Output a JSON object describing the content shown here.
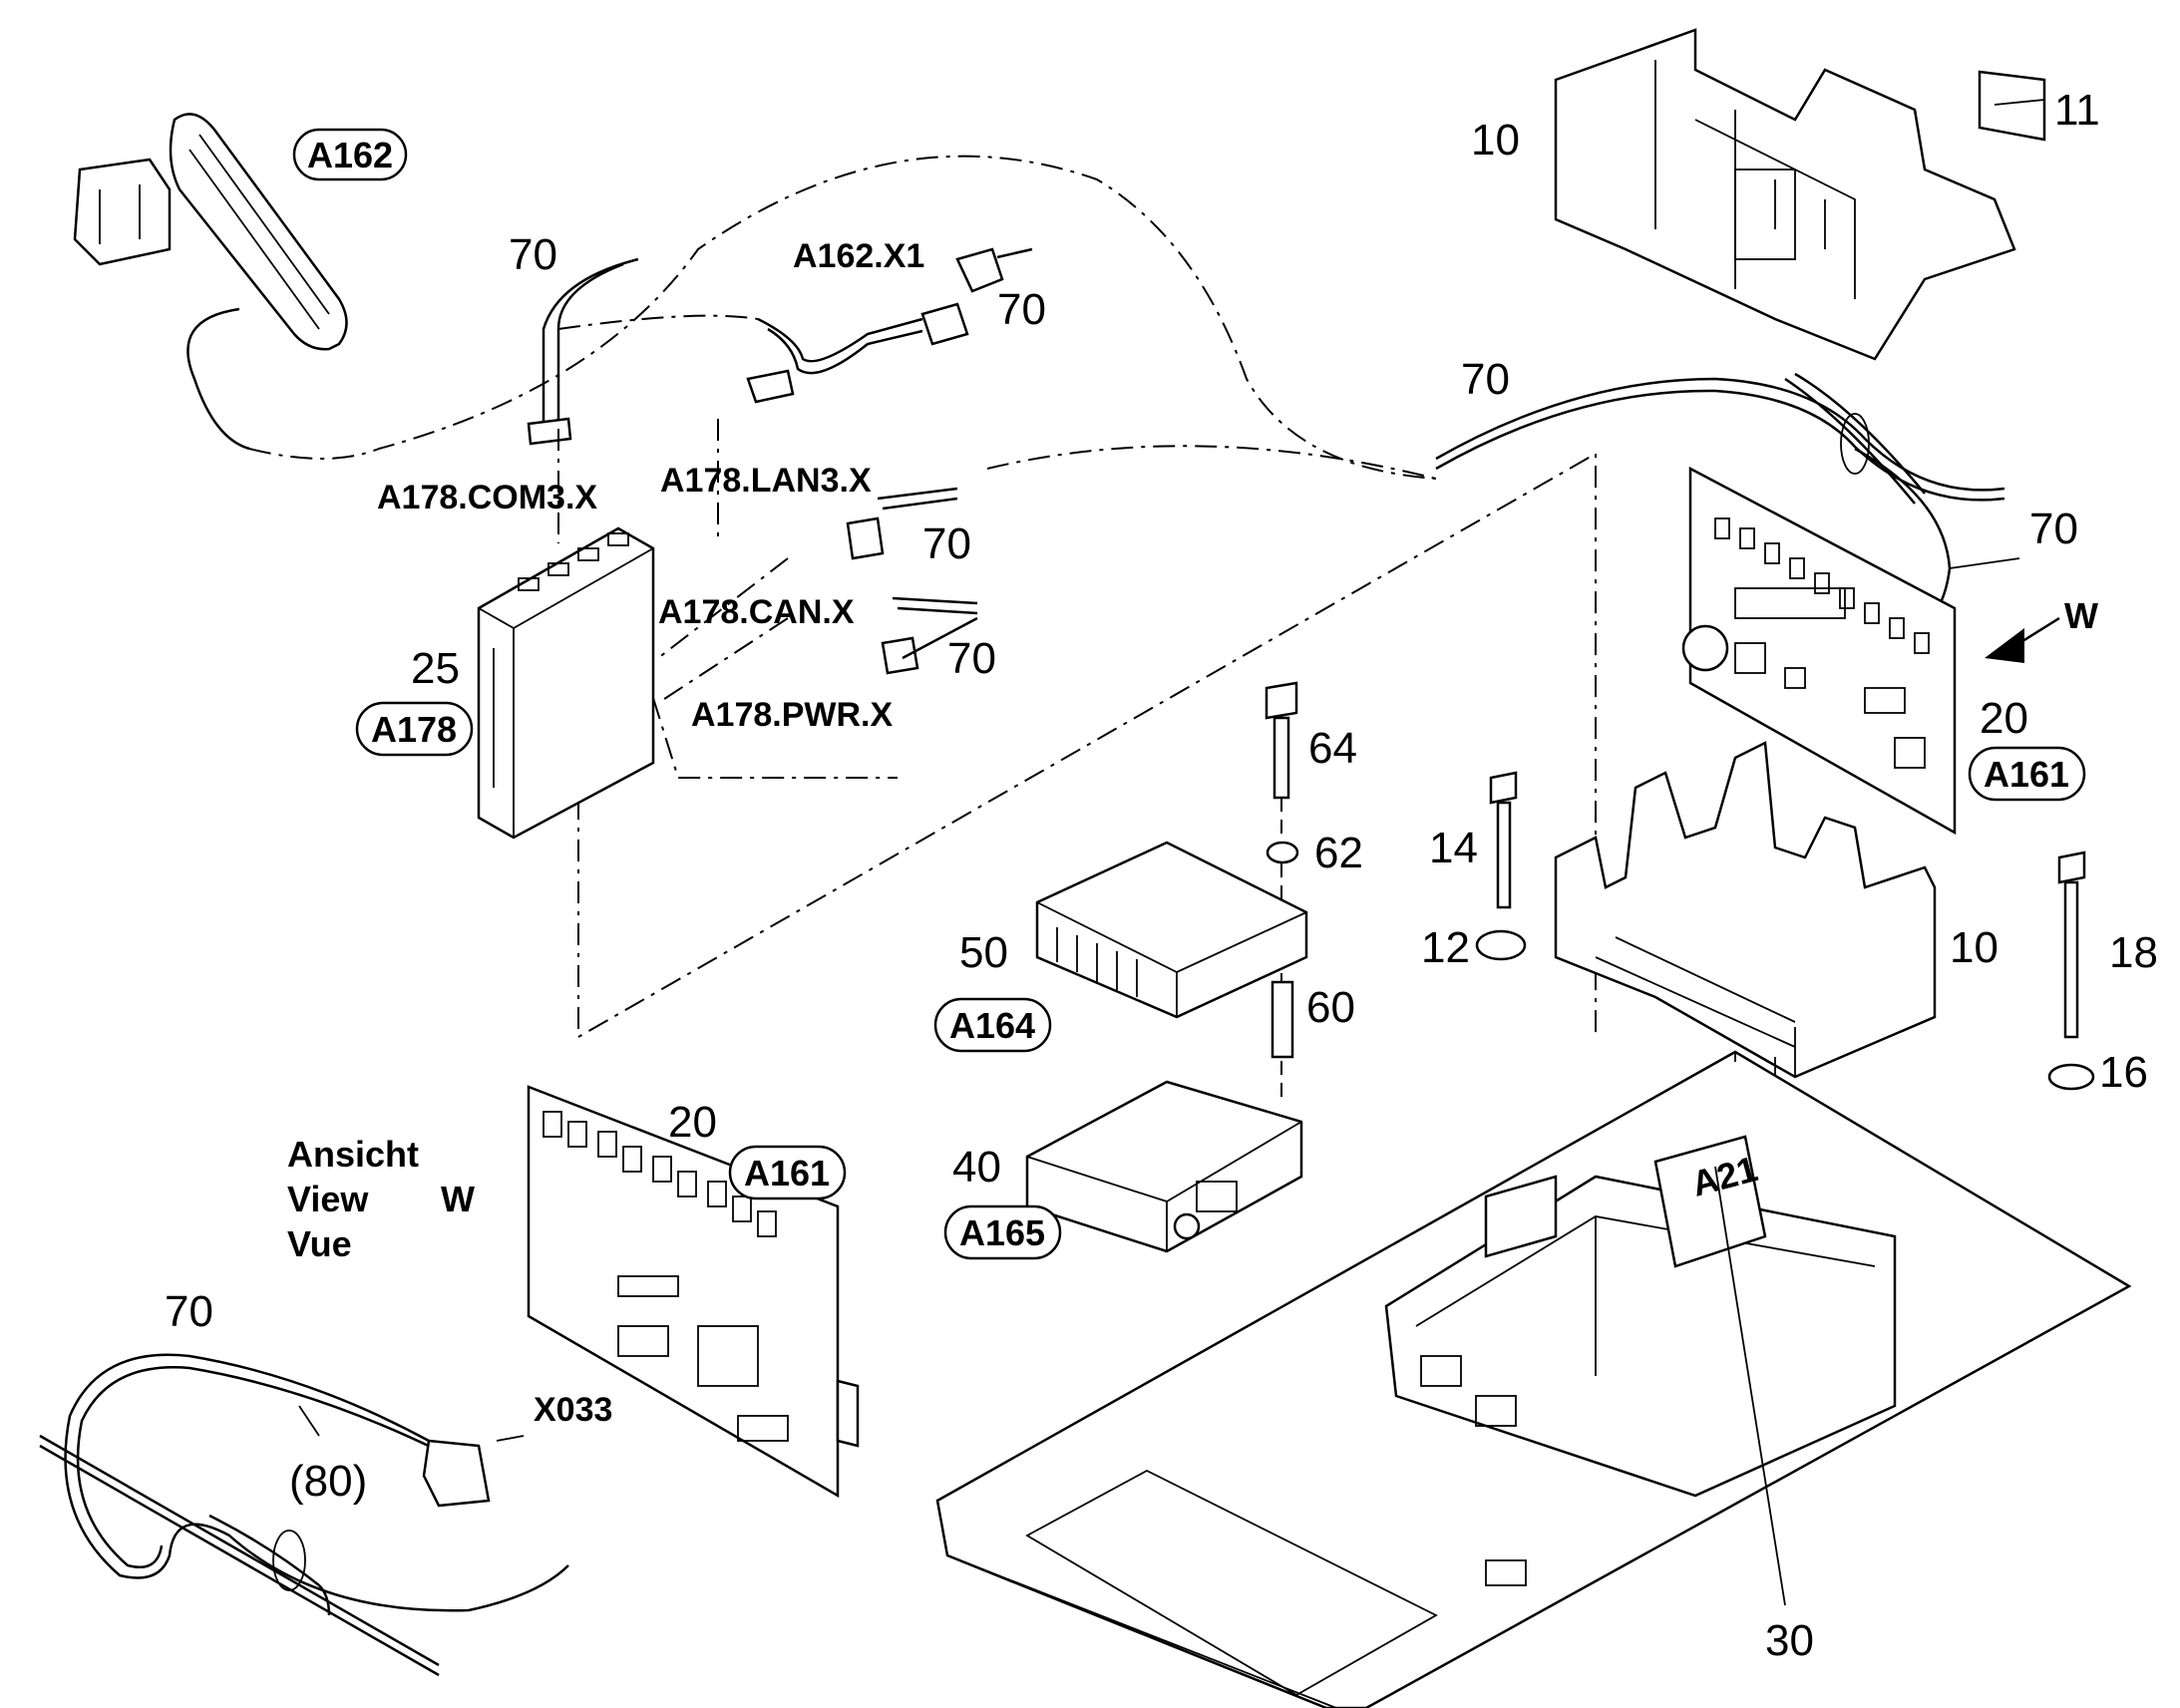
{
  "callouts": {
    "n70_a": "70",
    "n70_b": "70",
    "n70_c": "70",
    "n70_d": "70",
    "n70_e": "70",
    "n70_f": "70",
    "n70_g": "70",
    "n10_top": "10",
    "n11": "11",
    "n10_mid": "10",
    "n20_right": "20",
    "n20_view": "20",
    "n25": "25",
    "n64": "64",
    "n62": "62",
    "n50": "50",
    "n60": "60",
    "n40": "40",
    "n14": "14",
    "n12": "12",
    "n18": "18",
    "n16": "16",
    "n30": "30",
    "n80": "(80)"
  },
  "connectors": {
    "a162_x1": "A162.X1",
    "a178_com3": "A178.COM3.X",
    "a178_lan3": "A178.LAN3.X",
    "a178_can": "A178.CAN.X",
    "a178_pwr": "A178.PWR.X",
    "x033": "X033"
  },
  "component_tags": {
    "a162": "A162",
    "a178": "A178",
    "a161_right": "A161",
    "a161_view": "A161",
    "a164": "A164",
    "a165": "A165",
    "a21": "A21"
  },
  "view_label": {
    "de": "Ansicht",
    "en": "View",
    "fr": "Vue",
    "direction": "W"
  },
  "view_arrow_letter": "W"
}
